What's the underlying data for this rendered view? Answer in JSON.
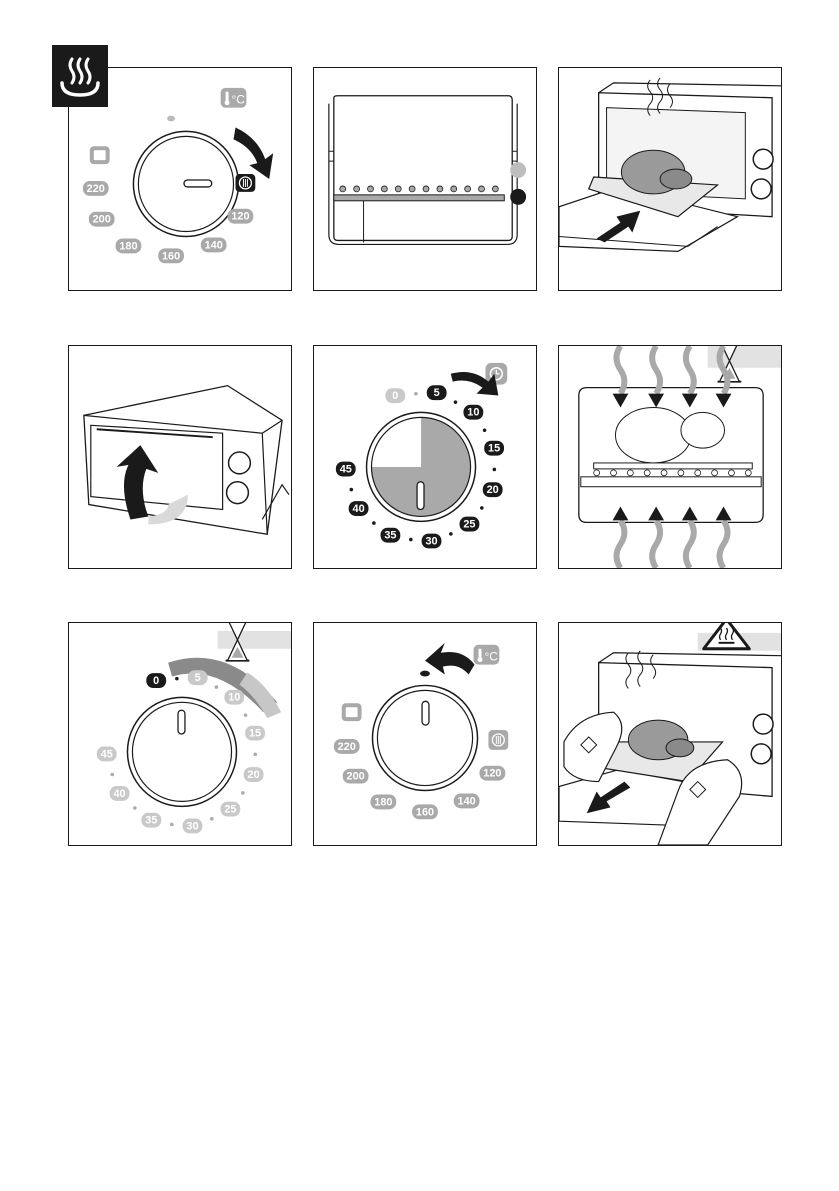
{
  "page": {
    "background": "#ffffff",
    "line_color": "#1a1a1a",
    "grey": "#a9a9a9",
    "light_grey": "#d9d9d9"
  },
  "steam_badge": {
    "icon": "steam-icon"
  },
  "panel_temp_dial": {
    "title": "Temperature knob set to steam",
    "unit_label": "°C",
    "marks": [
      "220",
      "200",
      "180",
      "160",
      "140",
      "120"
    ],
    "icons": [
      "oven-light-icon",
      "thermometer-icon",
      "steam-mode-icon"
    ],
    "arrow": "clockwise-arrow"
  },
  "panel_rack_position": {
    "positions": [
      "upper-position-light",
      "lower-position-dark"
    ]
  },
  "panel_insert_tray": {
    "icons": [
      "steam-waves-icon",
      "push-arrow-icon"
    ]
  },
  "panel_close_door": {
    "icons": [
      "lift-arrow-icon"
    ]
  },
  "panel_timer": {
    "marks": [
      "0",
      "5",
      "10",
      "15",
      "20",
      "25",
      "30",
      "35",
      "40",
      "45"
    ],
    "selected": "45",
    "icons": [
      "timer-icon",
      "clockwise-arrow"
    ]
  },
  "panel_cooking": {
    "icons": [
      "hourglass-icon",
      "heat-arrows-icon"
    ]
  },
  "panel_timer_countdown": {
    "marks": [
      "0",
      "5",
      "10",
      "15",
      "20",
      "25",
      "30",
      "35",
      "40",
      "45"
    ],
    "icons": [
      "hourglass-icon"
    ]
  },
  "panel_temp_off": {
    "unit_label": "°C",
    "marks": [
      "220",
      "200",
      "180",
      "160",
      "140",
      "120"
    ],
    "icons": [
      "oven-light-icon",
      "thermometer-icon",
      "steam-mode-icon",
      "counter-clockwise-arrow"
    ]
  },
  "panel_remove_tray": {
    "icons": [
      "hot-surface-warning-icon",
      "pull-arrow-icon",
      "oven-mitts"
    ]
  }
}
